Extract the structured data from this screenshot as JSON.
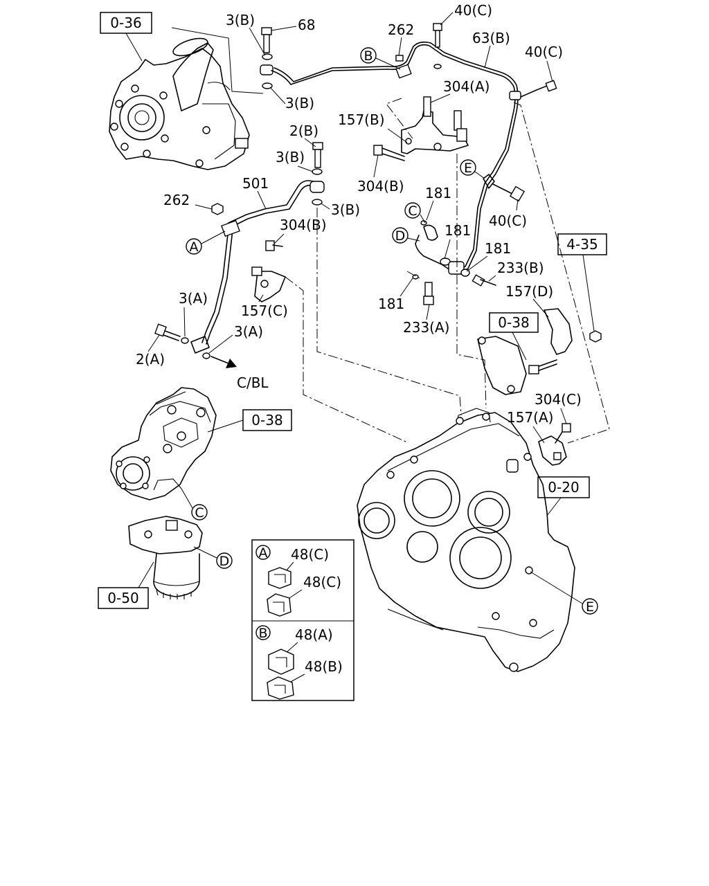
{
  "refs": {
    "r036": "0-36",
    "r038a": "0-38",
    "r038b": "0-38",
    "r050": "0-50",
    "r020": "0-20",
    "r435": "4-35"
  },
  "parts": {
    "p3b_top": "3(B)",
    "p68": "68",
    "p3b_mid": "3(B)",
    "p2b": "2(B)",
    "p3b_l": "3(B)",
    "p3b_r": "3(B)",
    "p501": "501",
    "p262_l": "262",
    "p304b_l": "304(B)",
    "p3a_top": "3(A)",
    "p3a_r": "3(A)",
    "p2a": "2(A)",
    "p157c": "157(C)",
    "cbl": "C/BL",
    "p262_t": "262",
    "p40c_top": "40(C)",
    "p63b": "63(B)",
    "p40c_r": "40(C)",
    "p304a": "304(A)",
    "p157b": "157(B)",
    "p304b_r": "304(B)",
    "p181_a": "181",
    "p181_b": "181",
    "p181_c": "181",
    "p181_d": "181",
    "p40c_e": "40(C)",
    "p233b": "233(B)",
    "p233a": "233(A)",
    "p157d": "157(D)",
    "p304c": "304(C)",
    "p157a": "157(A)"
  },
  "callouts": {
    "A": "A",
    "B": "B",
    "C": "C",
    "D": "D",
    "E": "E"
  },
  "legend": {
    "a_head": "A",
    "a_top": "48(C)",
    "a_bottom": "48(C)",
    "b_head": "B",
    "b_top": "48(A)",
    "b_bottom": "48(B)"
  }
}
